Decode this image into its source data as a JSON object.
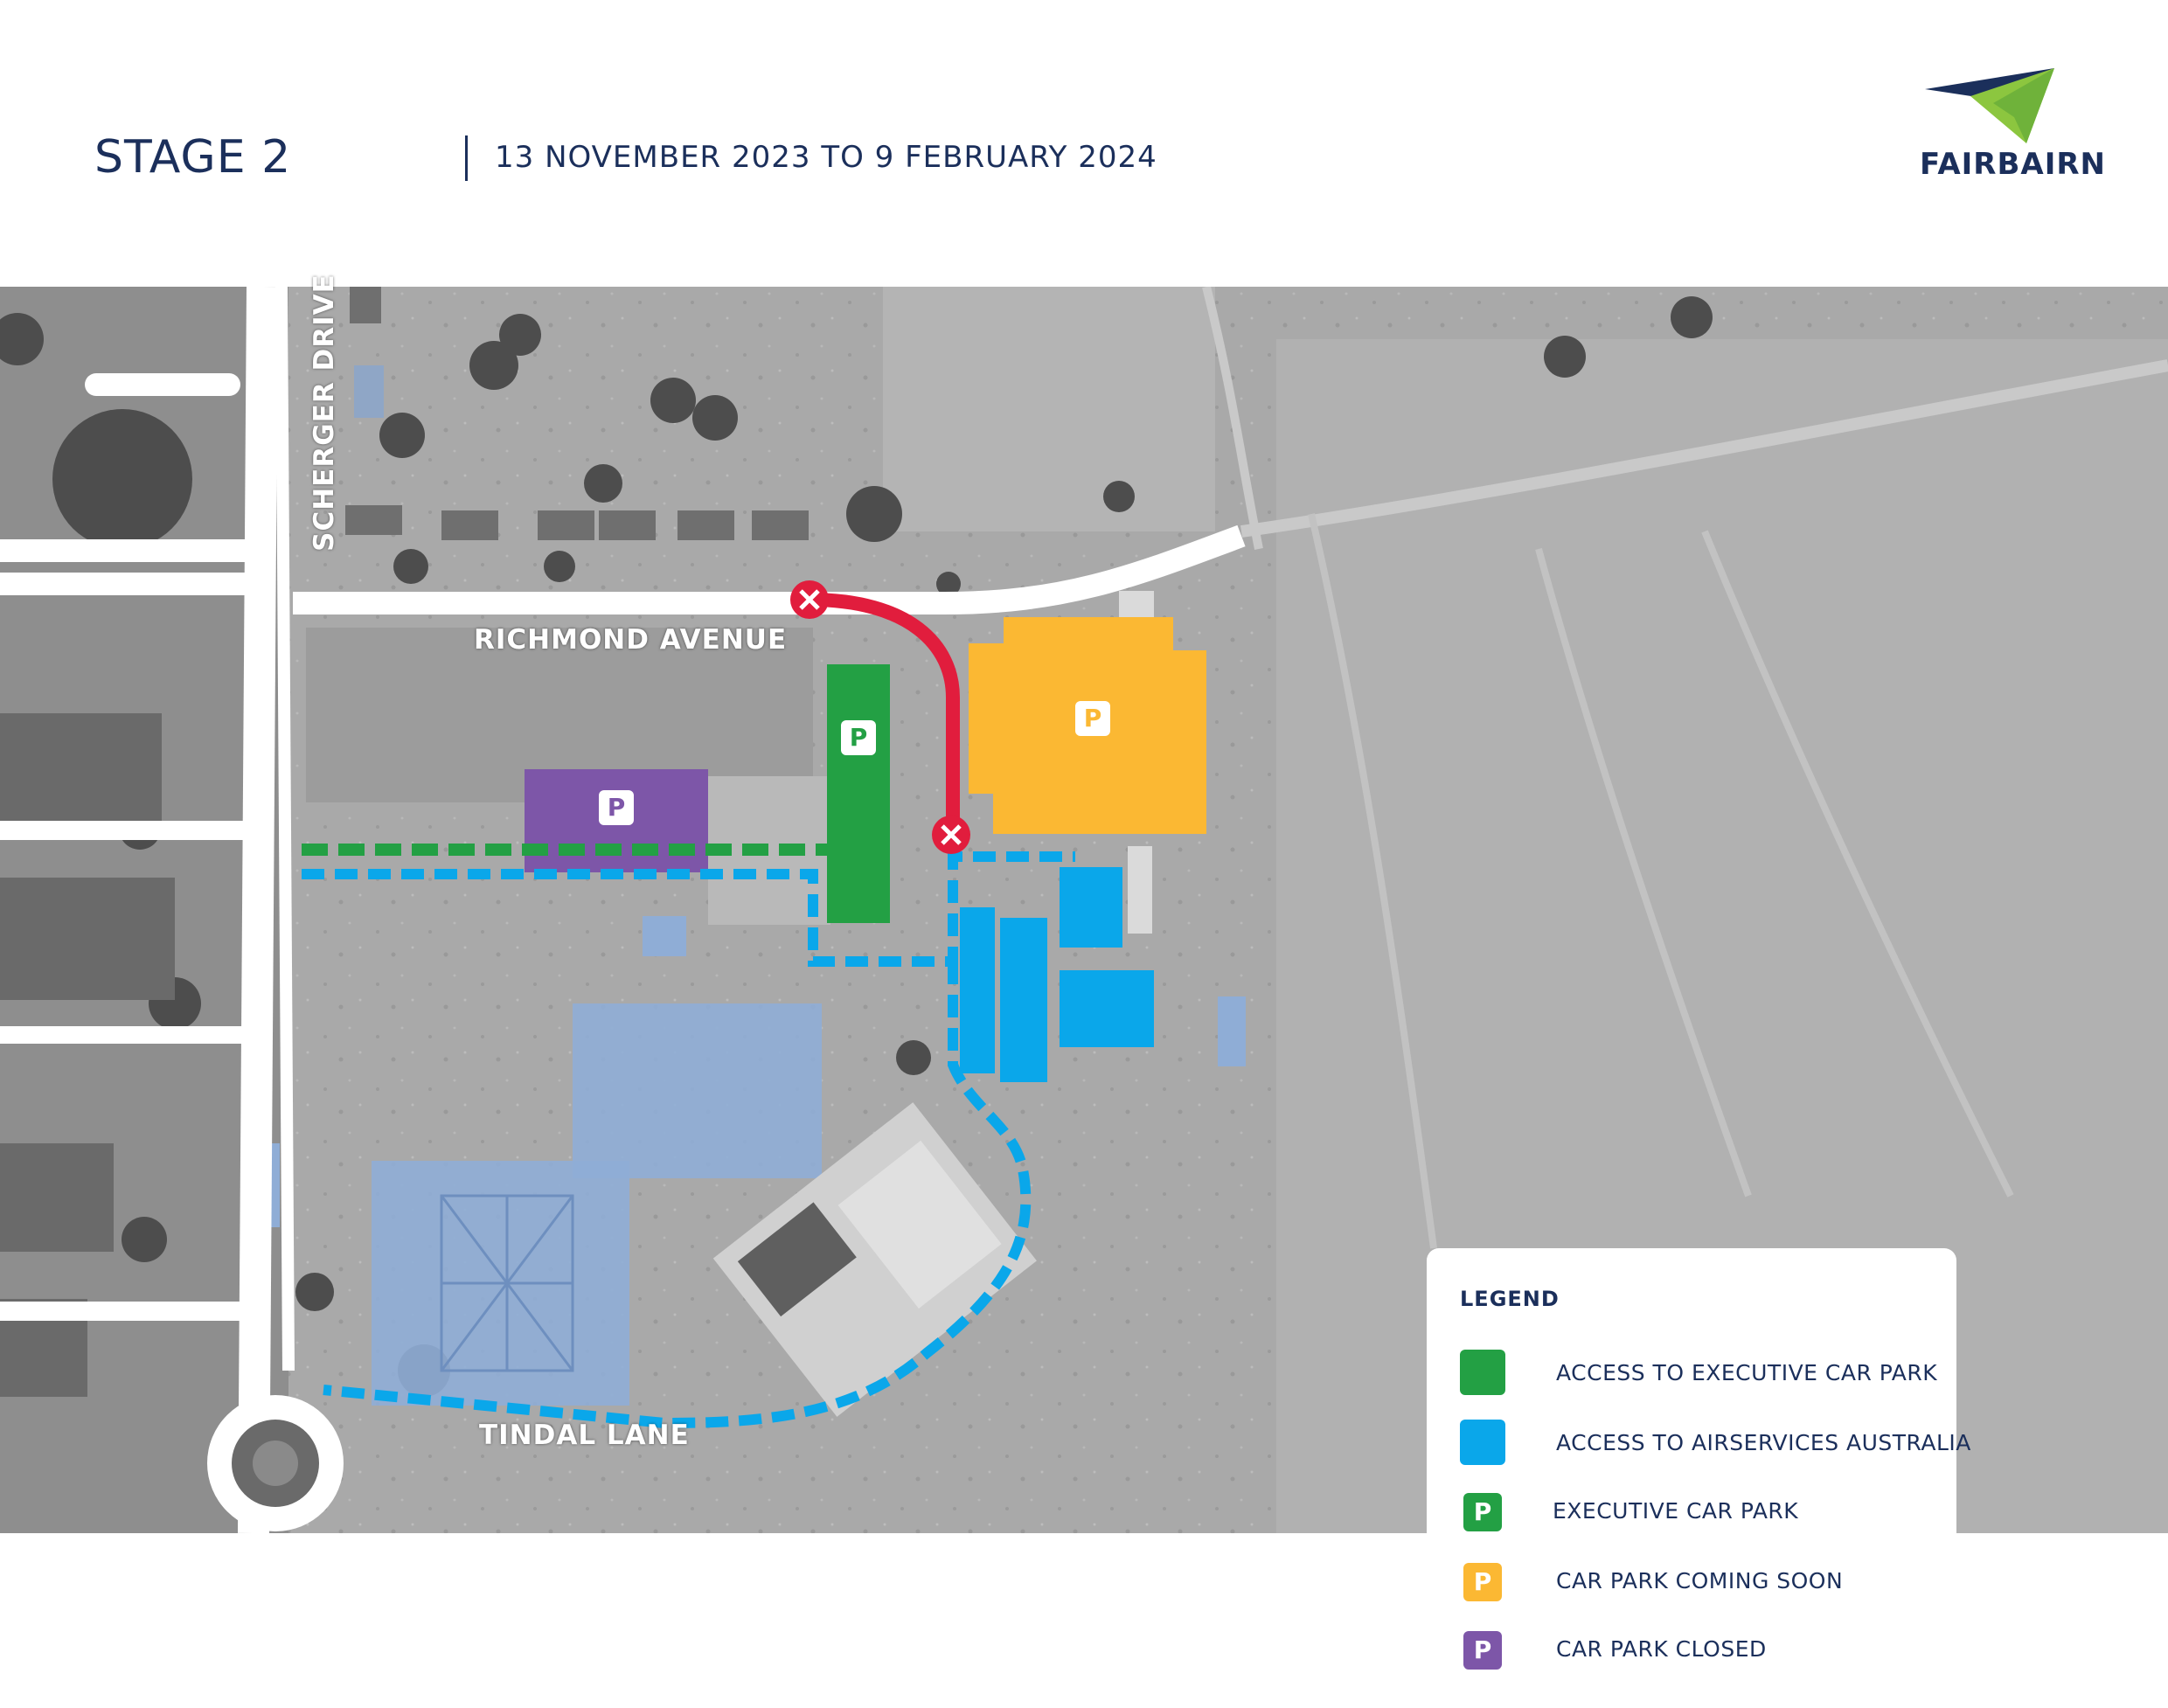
{
  "header": {
    "stage": "STAGE 2",
    "date_range": "13 NOVEMBER 2023 TO 9 FEBRUARY 2024",
    "logo_text": "FAIRBAIRN"
  },
  "map": {
    "road_labels": {
      "richmond": "RICHMOND AVENUE",
      "tindal": "TINDAL LANE",
      "scherger": "SCHERGER DRIVE"
    },
    "parking_badge": "P"
  },
  "colors": {
    "executive_access": "#23a044",
    "airservices_access": "#0aa7ea",
    "executive_car_park": "#23a044",
    "coming_soon": "#fbb833",
    "closed": "#7d56a8",
    "closed_route": "#e11d3d",
    "brand_navy": "#1b2f5b"
  },
  "legend": {
    "title": "LEGEND",
    "items": [
      {
        "label": "ACCESS TO EXECUTIVE CAR PARK",
        "color": "#23a044",
        "icon": "swatch"
      },
      {
        "label": "ACCESS TO AIRSERVICES AUSTRALIA",
        "color": "#0aa7ea",
        "icon": "swatch"
      },
      {
        "label": "EXECUTIVE CAR PARK",
        "color": "#23a044",
        "icon": "P"
      },
      {
        "label": "CAR PARK COMING SOON",
        "color": "#fbb833",
        "icon": "P"
      },
      {
        "label": "CAR PARK CLOSED",
        "color": "#7d56a8",
        "icon": "P"
      }
    ]
  }
}
